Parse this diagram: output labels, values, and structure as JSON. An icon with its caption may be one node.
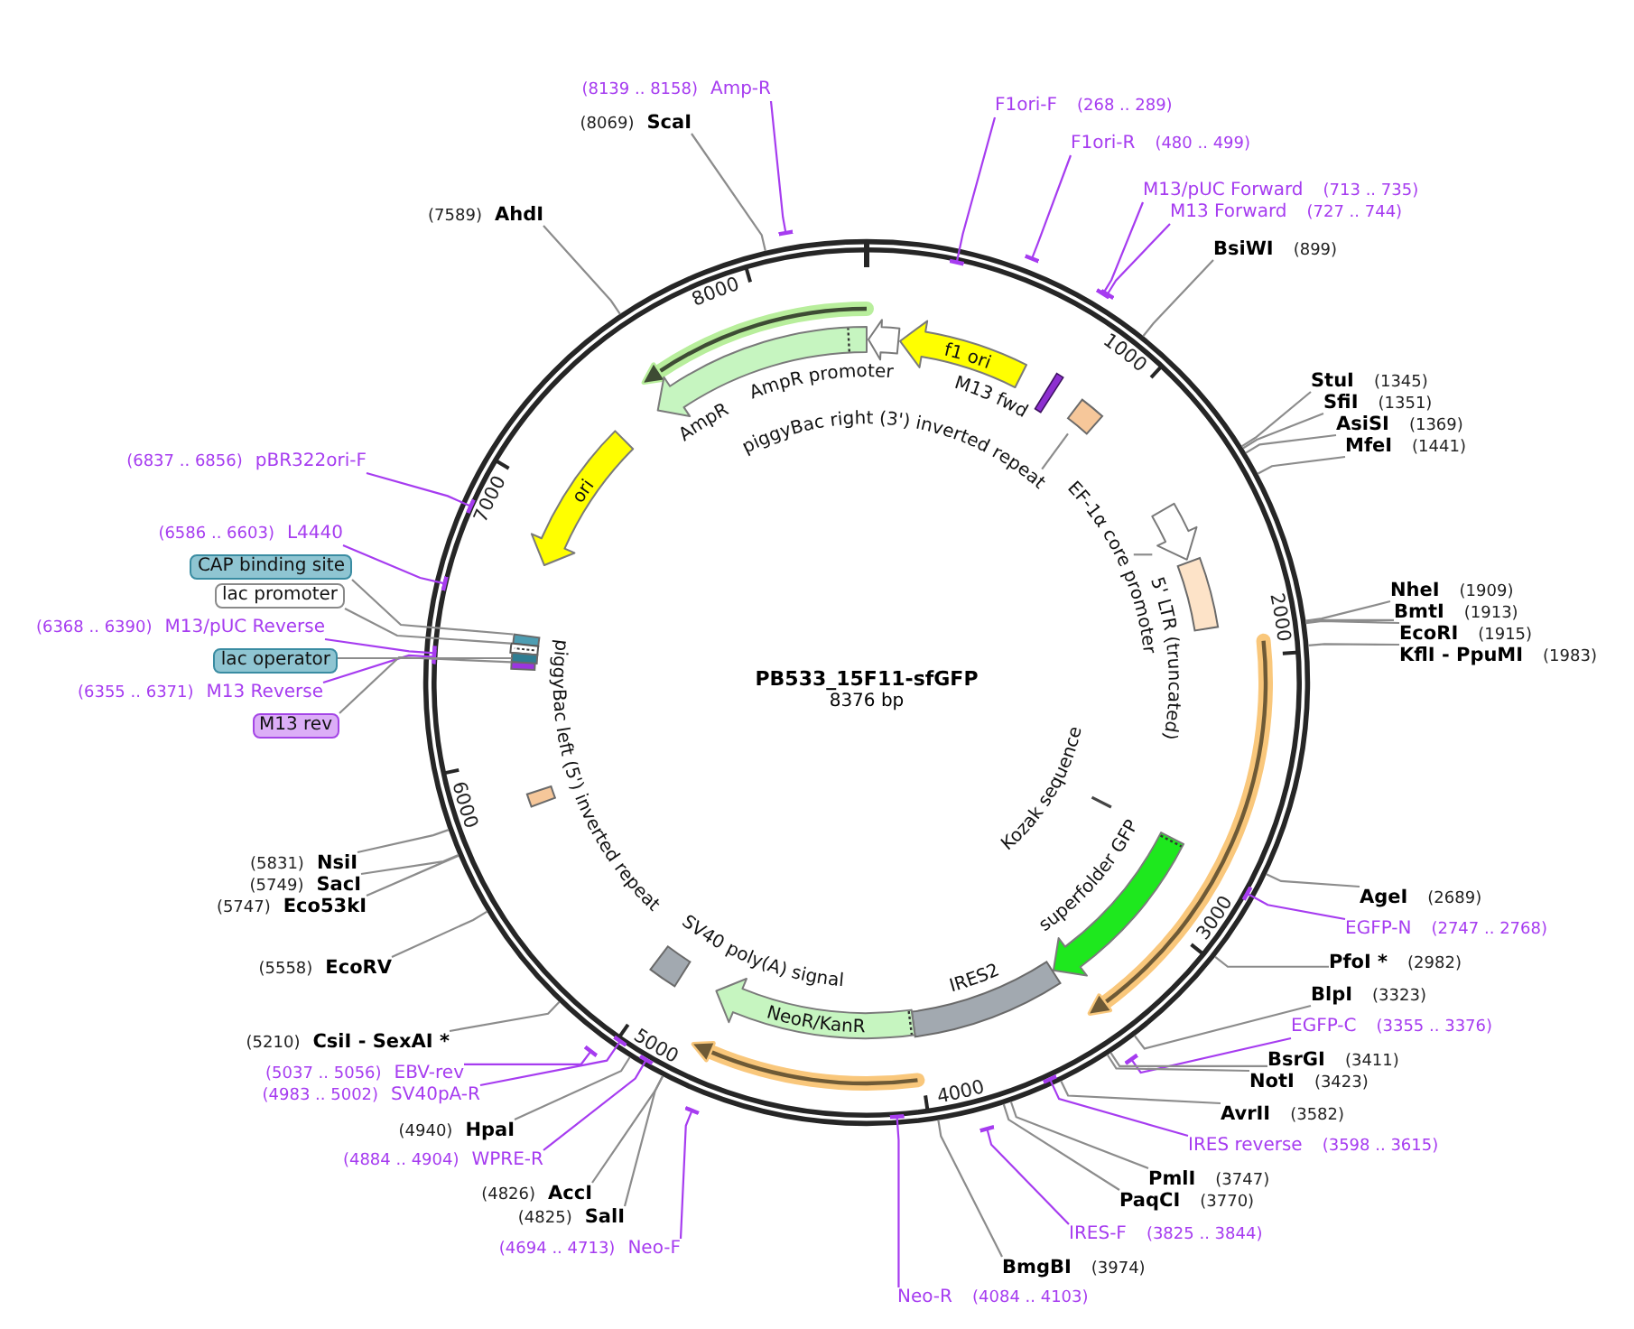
{
  "diagram": {
    "nodes": [
      {
        "text": [
          "PB533_15F11-sfGFP",
          "8376 bp"
        ]
      },
      {
        "text": [
          "F1ori-F"
        ],
        "beside": [
          "(268 .. 289)"
        ]
      },
      {
        "text": [
          "F1ori-R"
        ],
        "beside": [
          "(480 .. 499)"
        ]
      },
      {
        "text": [
          "M13/pUC Forward"
        ],
        "beside": [
          "(713 .. 735)"
        ]
      },
      {
        "text": [
          "M13 Forward"
        ],
        "beside": [
          "(727 .. 744)"
        ]
      },
      {
        "text": [
          "BsiWI"
        ],
        "beside": [
          "(899)"
        ]
      },
      {
        "text": [
          "StuI"
        ],
        "beside": [
          "(1345)"
        ]
      },
      {
        "text": [
          "SfiI"
        ],
        "beside": [
          "(1351)"
        ]
      },
      {
        "text": [
          "AsiSI"
        ],
        "beside": [
          "(1369)"
        ]
      },
      {
        "text": [
          "MfeI"
        ],
        "beside": [
          "(1441)"
        ]
      },
      {
        "text": [
          "NheI"
        ],
        "beside": [
          "(1909)"
        ]
      },
      {
        "text": [
          "BmtI"
        ],
        "beside": [
          "(1913)"
        ]
      },
      {
        "text": [
          "EcoRI"
        ],
        "beside": [
          "(1915)"
        ]
      },
      {
        "text": [
          "KflI - PpuMI"
        ],
        "beside": [
          "(1983)"
        ]
      },
      {
        "text": [
          "AgeI"
        ],
        "beside": [
          "(2689)"
        ]
      },
      {
        "text": [
          "EGFP-N"
        ],
        "beside": [
          "(2747 .. 2768)"
        ]
      },
      {
        "text": [
          "PfoI *"
        ],
        "beside": [
          "(2982)"
        ]
      },
      {
        "text": [
          "BlpI"
        ],
        "beside": [
          "(3323)"
        ]
      },
      {
        "text": [
          "EGFP-C"
        ],
        "beside": [
          "(3355 .. 3376)"
        ]
      },
      {
        "text": [
          "BsrGI"
        ],
        "beside": [
          "(3411)"
        ]
      },
      {
        "text": [
          "NotI"
        ],
        "beside": [
          "(3423)"
        ]
      },
      {
        "text": [
          "AvrII"
        ],
        "beside": [
          "(3582)"
        ]
      },
      {
        "text": [
          "IRES reverse"
        ],
        "beside": [
          "(3598 .. 3615)"
        ]
      },
      {
        "text": [
          "PmlI"
        ],
        "beside": [
          "(3747)"
        ]
      },
      {
        "text": [
          "PaqCI"
        ],
        "beside": [
          "(3770)"
        ]
      },
      {
        "text": [
          "IRES-F"
        ],
        "beside": [
          "(3825 .. 3844)"
        ]
      },
      {
        "text": [
          "BmgBI"
        ],
        "beside": [
          "(3974)"
        ]
      },
      {
        "text": [
          "Neo-R"
        ],
        "beside": [
          "(4084 .. 4103)"
        ]
      },
      {
        "text": [
          "Neo-F"
        ],
        "beside": [
          "(4694 .. 4713)"
        ]
      },
      {
        "text": [
          "SalI"
        ],
        "beside": [
          "(4825)"
        ]
      },
      {
        "text": [
          "AccI"
        ],
        "beside": [
          "(4826)"
        ]
      },
      {
        "text": [
          "WPRE-R"
        ],
        "beside": [
          "(4884 .. 4904)"
        ]
      },
      {
        "text": [
          "HpaI"
        ],
        "beside": [
          "(4940)"
        ]
      },
      {
        "text": [
          "SV40pA-R"
        ],
        "beside": [
          "(4983 .. 5002)"
        ]
      },
      {
        "text": [
          "EBV-rev"
        ],
        "beside": [
          "(5037 .. 5056)"
        ]
      },
      {
        "text": [
          "CsiI - SexAI *"
        ],
        "beside": [
          "(5210)"
        ]
      },
      {
        "text": [
          "EcoRV"
        ],
        "beside": [
          "(5558)"
        ]
      },
      {
        "text": [
          "Eco53kI"
        ],
        "beside": [
          "(5747)"
        ]
      },
      {
        "text": [
          "SacI"
        ],
        "beside": [
          "(5749)"
        ]
      },
      {
        "text": [
          "NsiI"
        ],
        "beside": [
          "(5831)"
        ]
      },
      {
        "text": [
          "M13 rev"
        ]
      },
      {
        "text": [
          "M13 Reverse"
        ],
        "beside": [
          "(6355 .. 6371)"
        ]
      },
      {
        "text": [
          "lac operator"
        ]
      },
      {
        "text": [
          "M13/pUC Reverse"
        ],
        "beside": [
          "(6368 .. 6390)"
        ]
      },
      {
        "text": [
          "lac promoter"
        ]
      },
      {
        "text": [
          "CAP binding site"
        ]
      },
      {
        "text": [
          "L4440"
        ],
        "beside": [
          "(6586 .. 6603)"
        ]
      },
      {
        "text": [
          "pBR322ori-F"
        ],
        "beside": [
          "(6837 .. 6856)"
        ]
      },
      {
        "text": [
          "AhdI"
        ],
        "beside": [
          "(7589)"
        ]
      },
      {
        "text": [
          "ScaI"
        ],
        "beside": [
          "(8069)"
        ]
      },
      {
        "text": [
          "Amp-R"
        ],
        "beside": [
          "(8139 .. 8158)"
        ]
      },
      {
        "text": [
          "AmpR promoter"
        ],
        "in": 0
      },
      {
        "text": [
          "f1 ori"
        ],
        "in": 0
      },
      {
        "text": [
          "M13 fwd"
        ],
        "in": 0
      },
      {
        "text": [
          "piggyBac right (3') inverted repeat"
        ],
        "in": 0
      },
      {
        "text": [],
        "shape": "bar",
        "in": 0
      },
      {
        "text": [
          "EF-1α core promoter"
        ],
        "in": 0
      },
      {
        "text": [],
        "shape": "arrow",
        "in": 0
      },
      {
        "text": [
          "5' LTR (truncated)"
        ],
        "in": 0
      },
      {
        "text": [
          "Kozak sequence"
        ],
        "in": 0
      },
      {
        "text": [
          "superfolder GFP"
        ],
        "in": 0
      },
      {
        "text": [
          "IRES2"
        ],
        "in": 0
      },
      {
        "text": [
          "NeoR/KanR"
        ],
        "in": 0
      },
      {
        "text": [
          "SV40 poly(A) signal"
        ],
        "in": 0
      },
      {
        "text": [
          "piggyBac left (5') inverted repeat"
        ],
        "in": 0
      },
      {
        "text": [],
        "shape": "bar",
        "in": 0
      },
      {
        "text": [],
        "shape": "bar",
        "in": 0
      },
      {
        "text": [],
        "shape": "bar",
        "in": 0
      },
      {
        "text": [],
        "shape": "bar",
        "in": 0
      },
      {
        "text": [
          "ori"
        ],
        "in": 0
      },
      {
        "text": [
          "AmpR"
        ],
        "in": 0
      }
    ],
    "edges": [
      {
        "from": 1,
        "to": 0,
        "arrow": "other",
        "color": "#a63cf0"
      },
      {
        "from": 2,
        "to": 0,
        "arrow": "other",
        "color": "#a63cf0"
      },
      {
        "from": 3,
        "to": 0,
        "arrow": "other",
        "color": "#a63cf0"
      },
      {
        "from": 4,
        "to": 0,
        "arrow": "other",
        "color": "#a63cf0"
      },
      {
        "from": 5,
        "to": 0,
        "arrow": "none"
      },
      {
        "from": 6,
        "to": 0,
        "arrow": "none"
      },
      {
        "from": 7,
        "to": 0,
        "arrow": "none"
      },
      {
        "from": 8,
        "to": 0,
        "arrow": "none"
      },
      {
        "from": 9,
        "to": 0,
        "arrow": "none"
      },
      {
        "from": 10,
        "to": 0,
        "arrow": "none"
      },
      {
        "from": 11,
        "to": 0,
        "arrow": "none"
      },
      {
        "from": 12,
        "to": 0,
        "arrow": "none"
      },
      {
        "from": 13,
        "to": 0,
        "arrow": "none"
      },
      {
        "from": 14,
        "to": 0,
        "arrow": "none"
      },
      {
        "from": 15,
        "to": 0,
        "arrow": "other",
        "color": "#a63cf0"
      },
      {
        "from": 16,
        "to": 0,
        "arrow": "none"
      },
      {
        "from": 17,
        "to": 0,
        "arrow": "none"
      },
      {
        "from": 18,
        "to": 0,
        "arrow": "other",
        "color": "#a63cf0"
      },
      {
        "from": 19,
        "to": 0,
        "arrow": "none"
      },
      {
        "from": 20,
        "to": 0,
        "arrow": "none"
      },
      {
        "from": 21,
        "to": 0,
        "arrow": "none"
      },
      {
        "from": 22,
        "to": 0,
        "arrow": "other",
        "color": "#a63cf0"
      },
      {
        "from": 23,
        "to": 0,
        "arrow": "none"
      },
      {
        "from": 24,
        "to": 0,
        "arrow": "none"
      },
      {
        "from": 25,
        "to": 0,
        "arrow": "other",
        "color": "#a63cf0"
      },
      {
        "from": 26,
        "to": 0,
        "arrow": "none"
      },
      {
        "from": 27,
        "to": 0,
        "arrow": "other",
        "color": "#a63cf0"
      },
      {
        "from": 28,
        "to": 0,
        "arrow": "other",
        "color": "#a63cf0"
      },
      {
        "from": 29,
        "to": 0,
        "arrow": "none"
      },
      {
        "from": 30,
        "to": 0,
        "arrow": "none"
      },
      {
        "from": 31,
        "to": 0,
        "arrow": "other",
        "color": "#a63cf0"
      },
      {
        "from": 32,
        "to": 0,
        "arrow": "none"
      },
      {
        "from": 33,
        "to": 0,
        "arrow": "other",
        "color": "#a63cf0"
      },
      {
        "from": 34,
        "to": 0,
        "arrow": "other",
        "color": "#a63cf0"
      },
      {
        "from": 35,
        "to": 0,
        "arrow": "none"
      },
      {
        "from": 36,
        "to": 0,
        "arrow": "none"
      },
      {
        "from": 37,
        "to": 0,
        "arrow": "none"
      },
      {
        "from": 38,
        "to": 0,
        "arrow": "none"
      },
      {
        "from": 39,
        "to": 0,
        "arrow": "none"
      },
      {
        "from": 41,
        "to": 0,
        "arrow": "other",
        "color": "#a63cf0"
      },
      {
        "from": 43,
        "to": 0,
        "arrow": "other",
        "color": "#a63cf0"
      },
      {
        "from": 46,
        "to": 0,
        "arrow": "other",
        "color": "#a63cf0"
      },
      {
        "from": 47,
        "to": 0,
        "arrow": "other",
        "color": "#a63cf0"
      },
      {
        "from": 48,
        "to": 0,
        "arrow": "none"
      },
      {
        "from": 49,
        "to": 0,
        "arrow": "none"
      },
      {
        "from": 50,
        "to": 0,
        "arrow": "other",
        "color": "#a63cf0"
      },
      {
        "from": 40,
        "to": 68,
        "arrow": "none"
      },
      {
        "from": 42,
        "to": 67,
        "arrow": "none"
      },
      {
        "from": 44,
        "to": 66,
        "arrow": "none"
      },
      {
        "from": 45,
        "to": 65,
        "arrow": "none"
      },
      {
        "from": 54,
        "to": 55,
        "arrow": "none"
      },
      {
        "from": 56,
        "to": 57,
        "arrow": "none"
      }
    ],
    "labels": [
      "1000",
      "2000",
      "3000",
      "4000",
      "5000",
      "6000",
      "7000",
      "8000"
    ]
  }
}
